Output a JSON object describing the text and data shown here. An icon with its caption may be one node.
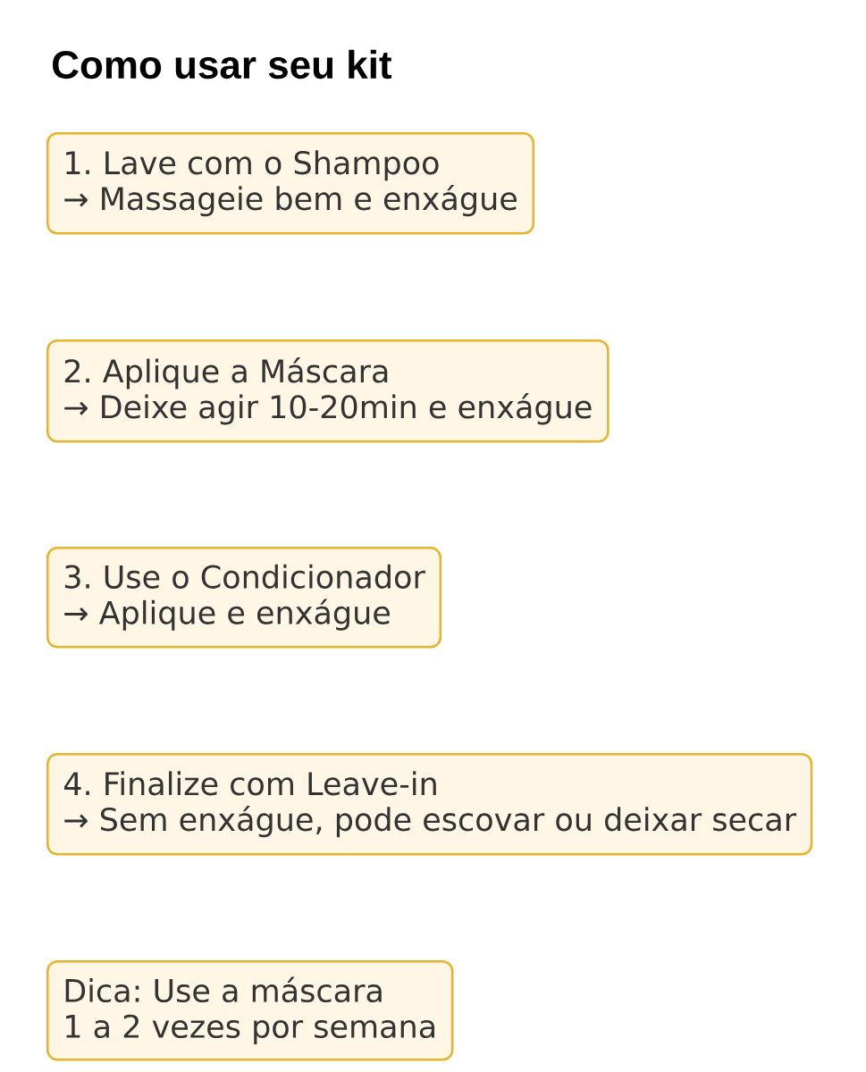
{
  "diagram": {
    "title": "Como usar seu kit",
    "nodes": [
      {
        "text": [
          "1. Lave com o Shampoo",
          "→ Massageie bem e enxágue"
        ]
      },
      {
        "text": [
          "2. Aplique a Máscara",
          "→ Deixe agir 10-20min e enxágue"
        ]
      },
      {
        "text": [
          "3. Use o Condicionador",
          "→ Aplique e enxágue"
        ]
      },
      {
        "text": [
          "4. Finalize com Leave-in",
          "→ Sem enxágue, pode escovar ou deixar secar"
        ]
      },
      {
        "text": [
          "Dica: Use a máscara",
          "1 a 2 vezes por semana"
        ]
      }
    ]
  }
}
